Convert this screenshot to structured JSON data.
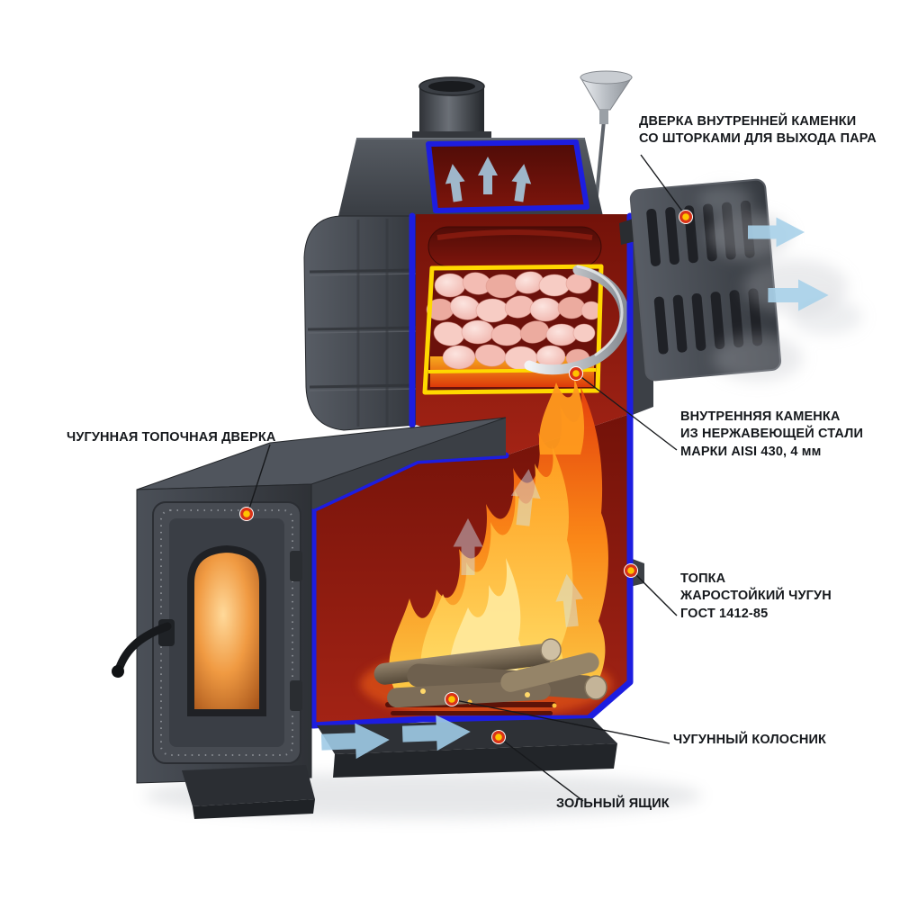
{
  "diagram": {
    "labels": {
      "steam_door": "ДВЕРКА ВНУТРЕННЕЙ КАМЕНКИ\nСО ШТОРКАМИ ДЛЯ ВЫХОДА ПАРА",
      "firebox_door": "ЧУГУННАЯ ТОПОЧНАЯ ДВЕРКА",
      "inner_kamenka": "ВНУТРЕННЯЯ КАМЕНКА\nИЗ НЕРЖАВЕЮЩЕЙ СТАЛИ\nМАРКИ AISI 430,  4 мм",
      "firebox": "ТОПКА\nЖАРОСТОЙКИЙ ЧУГУН\nГОСТ 1412-85",
      "grate": "ЧУГУННЫЙ КОЛОСНИК",
      "ash_box": "ЗОЛЬНЫЙ ЯЩИК"
    },
    "colors": {
      "body_gray": "#43474d",
      "cut_edge_blue": "#1d1de0",
      "interior_red": "#8a1a10",
      "kamenka_frame_yellow": "#ffd800",
      "stones_pink": "#f3b9b0",
      "flame_orange": "#ff8c18",
      "flame_yellow": "#ffd23a",
      "marker_ring_red": "#d93318",
      "marker_center_yellow": "#ffc400",
      "arrow_blue": "#a9d2ea",
      "label_text": "#15181c"
    }
  }
}
